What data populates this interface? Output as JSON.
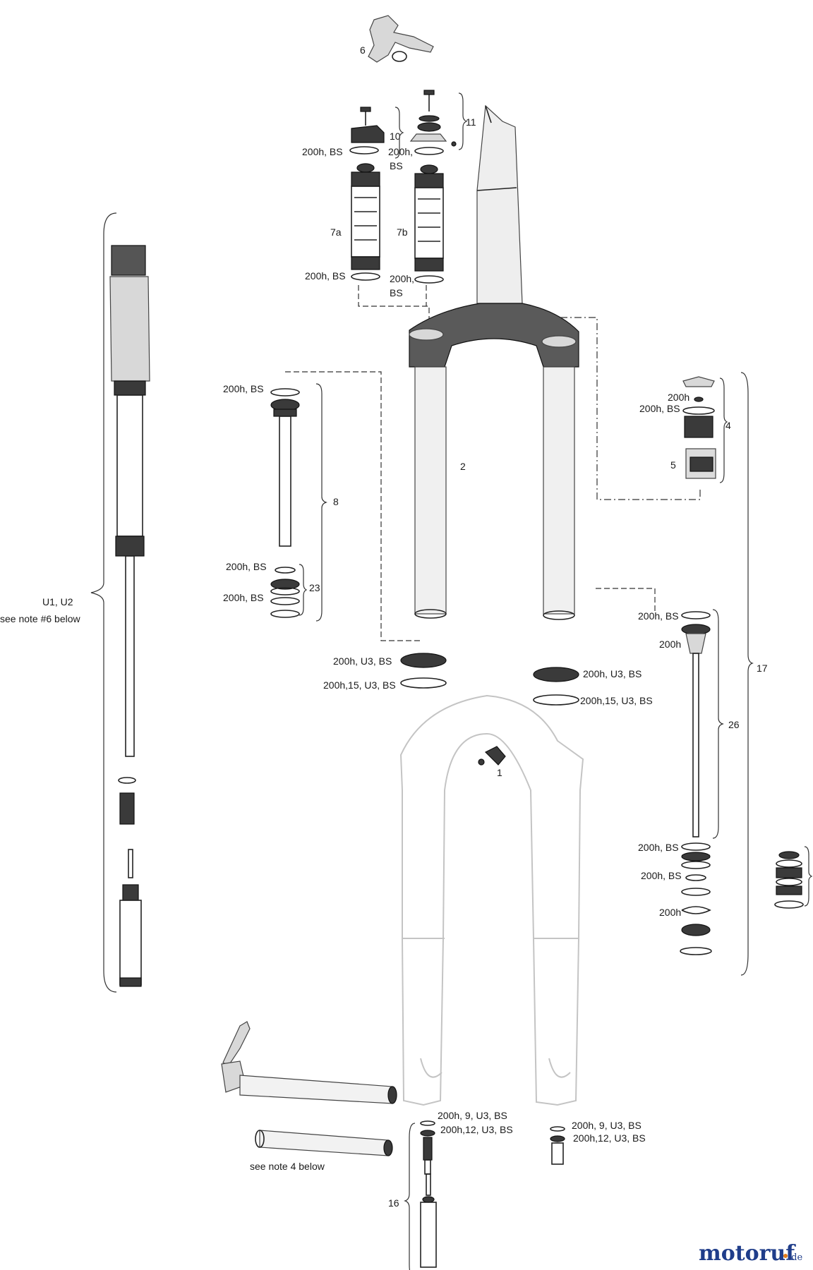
{
  "labels": {
    "l6": "6",
    "l10": "10",
    "l11": "11",
    "l200hbs_a": "200h, BS",
    "l200hbs_b1": "200h,",
    "l200hbs_b2": "BS",
    "l7a": "7a",
    "l7b": "7b",
    "l200hbs_c": "200h, BS",
    "l200hbs_d1": "200h,",
    "l200hbs_d2": "BS",
    "l2": "2",
    "l200hbs_e": "200h, BS",
    "l8": "8",
    "l200hbs_f": "200h, BS",
    "l200hbs_g": "200h, BS",
    "l23": "23",
    "l200h_h": "200h",
    "l200hbs_i": "200h, BS",
    "l4": "4",
    "l5": "5",
    "l17": "17",
    "lU": "U1, U2",
    "lnote6": "see note #6 below",
    "l200hu3bs_a": "200h, U3, BS",
    "l200h15u3bs_a": "200h,15, U3, BS",
    "l200hu3bs_b": "200h, U3, BS",
    "l200h15u3bs_b": "200h,15, U3, BS",
    "l1": "1",
    "l200hbs_j": "200h, BS",
    "l200h_k": "200h",
    "l26": "26",
    "l200hbs_l": "200h, BS",
    "l200hbs_m": "200h, BS",
    "l200h_n": "200h",
    "l2009a": "200h, 9, U3, BS",
    "l20012a": "200h,12, U3, BS",
    "l2009b": "200h, 9, U3, BS",
    "l20012b": "200h,12, U3, BS",
    "lnote4": "see note 4 below",
    "l16": "16"
  },
  "logo": {
    "text": "motoruf",
    "tld": ".de"
  }
}
